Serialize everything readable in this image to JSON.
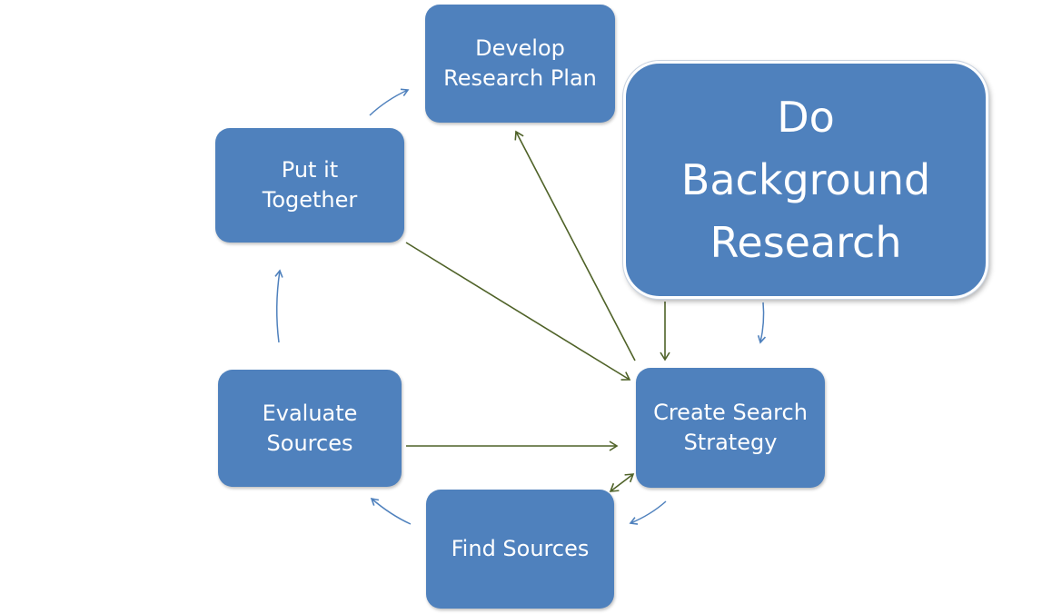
{
  "diagram": {
    "nodes": [
      {
        "id": "develop",
        "label": "Develop\nResearch Plan"
      },
      {
        "id": "together",
        "label": "Put it\nTogether"
      },
      {
        "id": "evaluate",
        "label": "Evaluate\nSources"
      },
      {
        "id": "find",
        "label": "Find Sources"
      },
      {
        "id": "create",
        "label": "Create Search\nStrategy"
      },
      {
        "id": "background",
        "label": "Do\nBackground\nResearch"
      }
    ],
    "edges": [
      {
        "from": "together",
        "to": "develop",
        "kind": "cycle"
      },
      {
        "from": "create",
        "to": "find",
        "kind": "cycle"
      },
      {
        "from": "find",
        "to": "evaluate",
        "kind": "cycle"
      },
      {
        "from": "evaluate",
        "to": "together",
        "kind": "cycle"
      },
      {
        "from": "background",
        "to": "create",
        "kind": "cycle"
      },
      {
        "from": "create",
        "to": "develop",
        "kind": "link"
      },
      {
        "from": "together",
        "to": "create",
        "kind": "link"
      },
      {
        "from": "evaluate",
        "to": "create",
        "kind": "link"
      },
      {
        "from": "background",
        "to": "create",
        "kind": "link"
      },
      {
        "from": "find",
        "to": "create",
        "kind": "link",
        "bidirectional": true
      }
    ],
    "colors": {
      "box_fill": "#4f81bd",
      "box_text": "#ffffff",
      "cycle_arrow": "#4f81bd",
      "link_arrow": "#4f6228"
    }
  }
}
